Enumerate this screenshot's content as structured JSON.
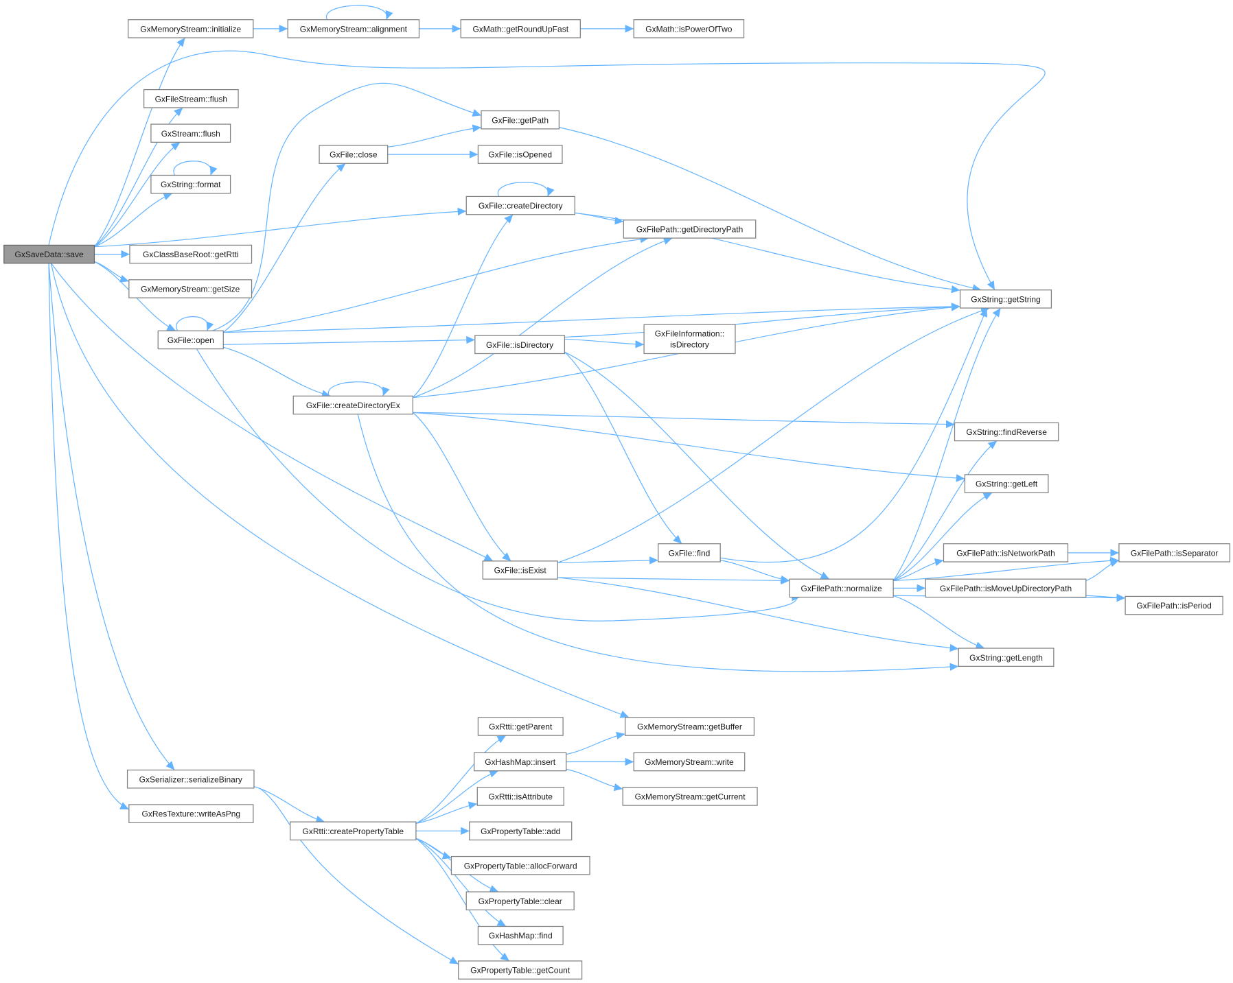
{
  "graph": {
    "type": "call-graph",
    "root": "save",
    "colors": {
      "edge": "#63b3ff",
      "node_border": "#808080",
      "root_fill": "#999999"
    },
    "nodes": {
      "save": {
        "label": "GxSaveData::save"
      },
      "initialize": {
        "label": "GxMemoryStream::initialize"
      },
      "alignment": {
        "label": "GxMemoryStream::alignment"
      },
      "getRoundUpFast": {
        "label": "GxMath::getRoundUpFast"
      },
      "isPowerOfTwo": {
        "label": "GxMath::isPowerOfTwo"
      },
      "fsFlush": {
        "label": "GxFileStream::flush"
      },
      "sFlush": {
        "label": "GxStream::flush"
      },
      "format": {
        "label": "GxString::format"
      },
      "getRtti": {
        "label": "GxClassBaseRoot::getRtti"
      },
      "getSize": {
        "label": "GxMemoryStream::getSize"
      },
      "open": {
        "label": "GxFile::open"
      },
      "close": {
        "label": "GxFile::close"
      },
      "getPath": {
        "label": "GxFile::getPath"
      },
      "isOpened": {
        "label": "GxFile::isOpened"
      },
      "createDirectory": {
        "label": "GxFile::createDirectory"
      },
      "getDirectoryPath": {
        "label": "GxFilePath::getDirectoryPath"
      },
      "getString": {
        "label": "GxString::getString"
      },
      "isDirectory": {
        "label": "GxFile::isDirectory"
      },
      "fiIsDirectory": {
        "label": "GxFileInformation::",
        "label2": "isDirectory"
      },
      "createDirectoryEx": {
        "label": "GxFile::createDirectoryEx"
      },
      "findReverse": {
        "label": "GxString::findReverse"
      },
      "getLeft": {
        "label": "GxString::getLeft"
      },
      "isExist": {
        "label": "GxFile::isExist"
      },
      "find": {
        "label": "GxFile::find"
      },
      "normalize": {
        "label": "GxFilePath::normalize"
      },
      "isNetworkPath": {
        "label": "GxFilePath::isNetworkPath"
      },
      "isSeparator": {
        "label": "GxFilePath::isSeparator"
      },
      "isMoveUp": {
        "label": "GxFilePath::isMoveUpDirectoryPath"
      },
      "isPeriod": {
        "label": "GxFilePath::isPeriod"
      },
      "getLength": {
        "label": "GxString::getLength"
      },
      "getBuffer": {
        "label": "GxMemoryStream::getBuffer"
      },
      "getParent": {
        "label": "GxRtti::getParent"
      },
      "insert": {
        "label": "GxHashMap::insert"
      },
      "write": {
        "label": "GxMemoryStream::write"
      },
      "isAttribute": {
        "label": "GxRtti::isAttribute"
      },
      "getCurrent": {
        "label": "GxMemoryStream::getCurrent"
      },
      "serializeBinary": {
        "label": "GxSerializer::serializeBinary"
      },
      "writeAsPng": {
        "label": "GxResTexture::writeAsPng"
      },
      "createPropertyTable": {
        "label": "GxRtti::createPropertyTable"
      },
      "add": {
        "label": "GxPropertyTable::add"
      },
      "allocForward": {
        "label": "GxPropertyTable::allocForward"
      },
      "clear": {
        "label": "GxPropertyTable::clear"
      },
      "hmFind": {
        "label": "GxHashMap::find"
      },
      "getCount": {
        "label": "GxPropertyTable::getCount"
      }
    },
    "edges": [
      [
        "save",
        "initialize"
      ],
      [
        "save",
        "getString"
      ],
      [
        "save",
        "fsFlush"
      ],
      [
        "save",
        "sFlush"
      ],
      [
        "save",
        "format"
      ],
      [
        "save",
        "createDirectory"
      ],
      [
        "save",
        "getRtti"
      ],
      [
        "save",
        "getSize"
      ],
      [
        "save",
        "open"
      ],
      [
        "save",
        "isExist"
      ],
      [
        "save",
        "getBuffer"
      ],
      [
        "save",
        "serializeBinary"
      ],
      [
        "save",
        "writeAsPng"
      ],
      [
        "initialize",
        "alignment"
      ],
      [
        "alignment",
        "alignment"
      ],
      [
        "alignment",
        "getRoundUpFast"
      ],
      [
        "getRoundUpFast",
        "isPowerOfTwo"
      ],
      [
        "format",
        "format"
      ],
      [
        "open",
        "open"
      ],
      [
        "open",
        "getPath"
      ],
      [
        "open",
        "close"
      ],
      [
        "open",
        "getDirectoryPath"
      ],
      [
        "open",
        "getString"
      ],
      [
        "open",
        "isDirectory"
      ],
      [
        "open",
        "createDirectoryEx"
      ],
      [
        "open",
        "normalize"
      ],
      [
        "close",
        "getPath"
      ],
      [
        "close",
        "isOpened"
      ],
      [
        "getPath",
        "getString"
      ],
      [
        "createDirectory",
        "createDirectory"
      ],
      [
        "createDirectory",
        "getDirectoryPath"
      ],
      [
        "createDirectory",
        "getString"
      ],
      [
        "isDirectory",
        "getString"
      ],
      [
        "isDirectory",
        "fiIsDirectory"
      ],
      [
        "isDirectory",
        "find"
      ],
      [
        "isDirectory",
        "normalize"
      ],
      [
        "createDirectoryEx",
        "createDirectoryEx"
      ],
      [
        "createDirectoryEx",
        "createDirectory"
      ],
      [
        "createDirectoryEx",
        "getDirectoryPath"
      ],
      [
        "createDirectoryEx",
        "getString"
      ],
      [
        "createDirectoryEx",
        "findReverse"
      ],
      [
        "createDirectoryEx",
        "getLeft"
      ],
      [
        "createDirectoryEx",
        "isExist"
      ],
      [
        "createDirectoryEx",
        "getLength"
      ],
      [
        "isExist",
        "getString"
      ],
      [
        "isExist",
        "find"
      ],
      [
        "isExist",
        "normalize"
      ],
      [
        "isExist",
        "getLength"
      ],
      [
        "find",
        "getString"
      ],
      [
        "find",
        "normalize"
      ],
      [
        "normalize",
        "getString"
      ],
      [
        "normalize",
        "findReverse"
      ],
      [
        "normalize",
        "getLeft"
      ],
      [
        "normalize",
        "isSeparator"
      ],
      [
        "normalize",
        "isNetworkPath"
      ],
      [
        "normalize",
        "isMoveUp"
      ],
      [
        "normalize",
        "isPeriod"
      ],
      [
        "normalize",
        "getLength"
      ],
      [
        "isNetworkPath",
        "isSeparator"
      ],
      [
        "isMoveUp",
        "isSeparator"
      ],
      [
        "isMoveUp",
        "isPeriod"
      ],
      [
        "serializeBinary",
        "createPropertyTable"
      ],
      [
        "serializeBinary",
        "getCount"
      ],
      [
        "createPropertyTable",
        "getParent"
      ],
      [
        "createPropertyTable",
        "insert"
      ],
      [
        "createPropertyTable",
        "isAttribute"
      ],
      [
        "createPropertyTable",
        "add"
      ],
      [
        "createPropertyTable",
        "allocForward"
      ],
      [
        "createPropertyTable",
        "clear"
      ],
      [
        "createPropertyTable",
        "hmFind"
      ],
      [
        "createPropertyTable",
        "getCount"
      ],
      [
        "insert",
        "getBuffer"
      ],
      [
        "insert",
        "write"
      ],
      [
        "insert",
        "getCurrent"
      ]
    ]
  }
}
